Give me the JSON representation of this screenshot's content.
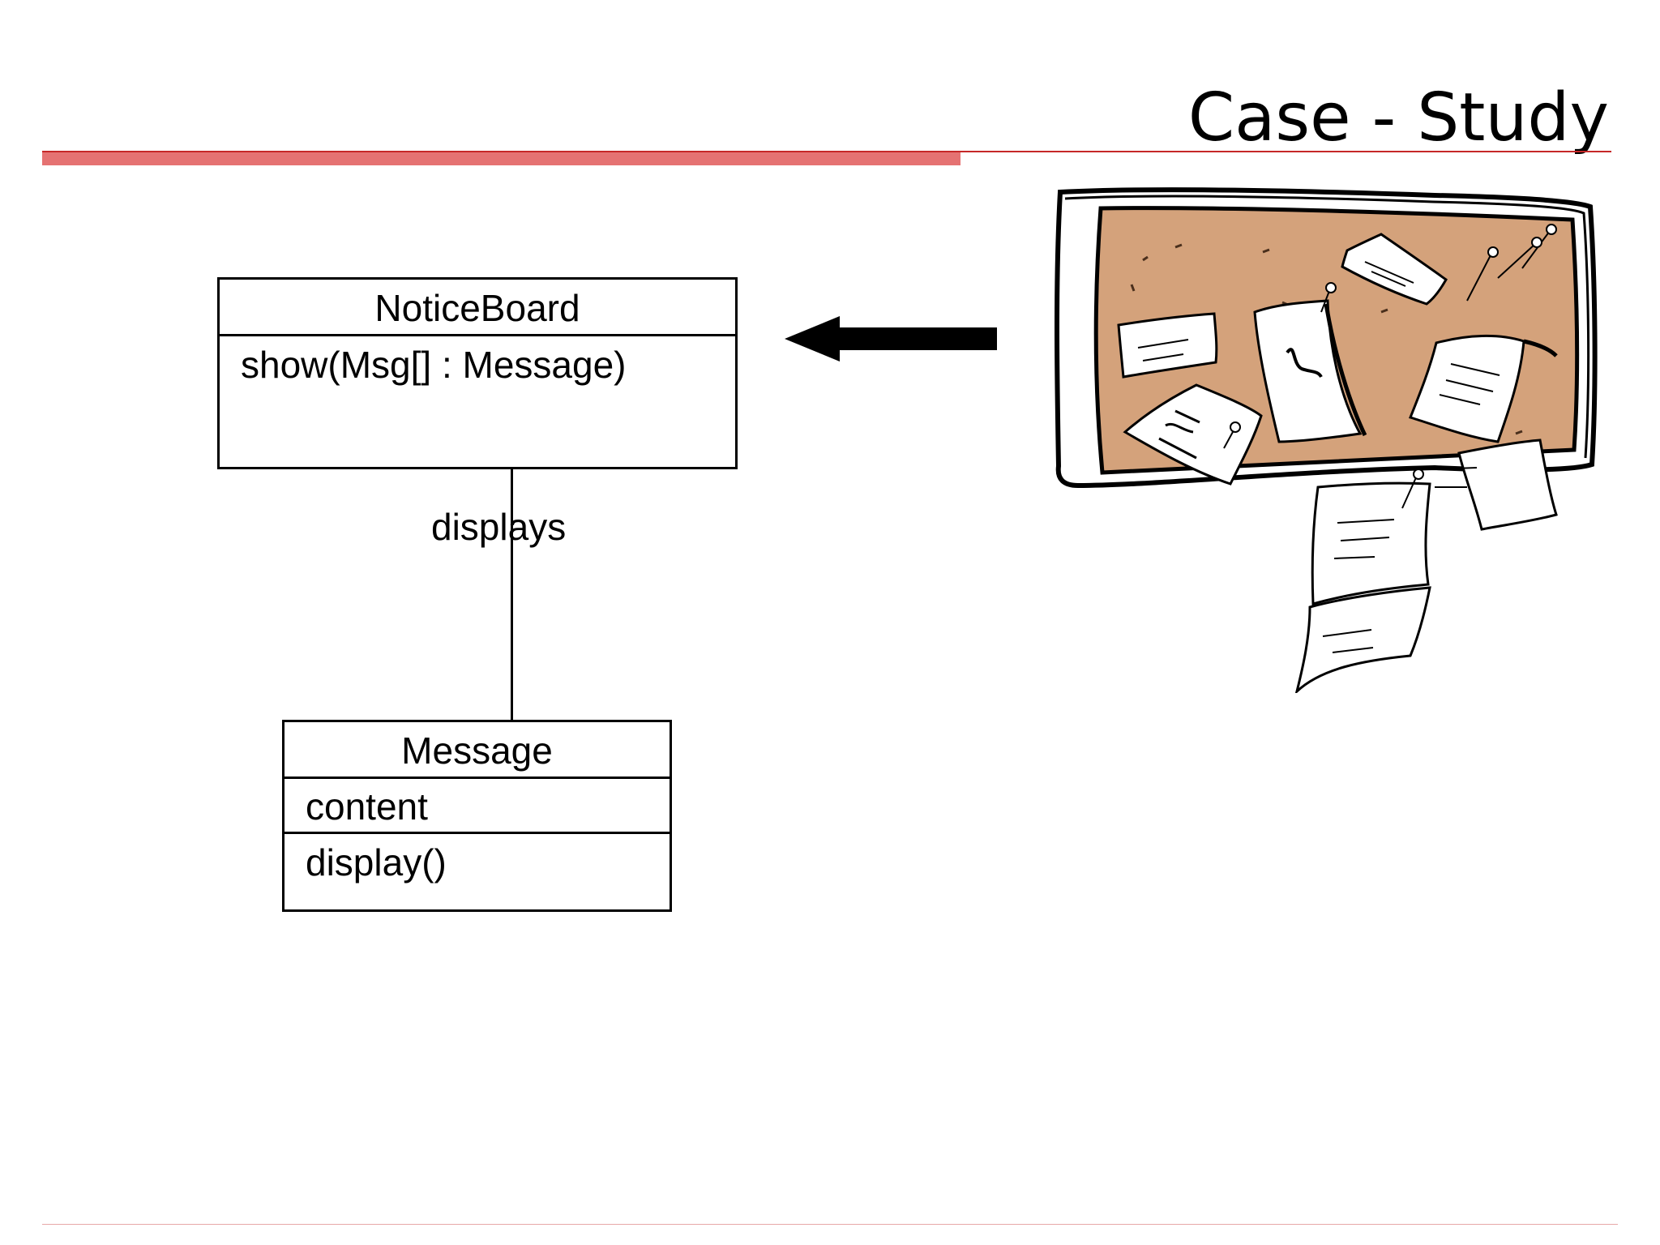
{
  "header": {
    "title": "Case - Study"
  },
  "colors": {
    "accent": "#e57272",
    "accent_dark": "#c62828",
    "cork": "#d4a27b"
  },
  "diagram": {
    "classes": [
      {
        "name": "NoticeBoard",
        "attributes": [],
        "operations": [
          "show(Msg[] : Message)"
        ]
      },
      {
        "name": "Message",
        "attributes": [
          "content"
        ],
        "operations": [
          "display()"
        ]
      }
    ],
    "association": {
      "label": "displays",
      "from": "NoticeBoard",
      "to": "Message"
    }
  },
  "illustration": {
    "icon": "corkboard-notice-board-icon"
  }
}
